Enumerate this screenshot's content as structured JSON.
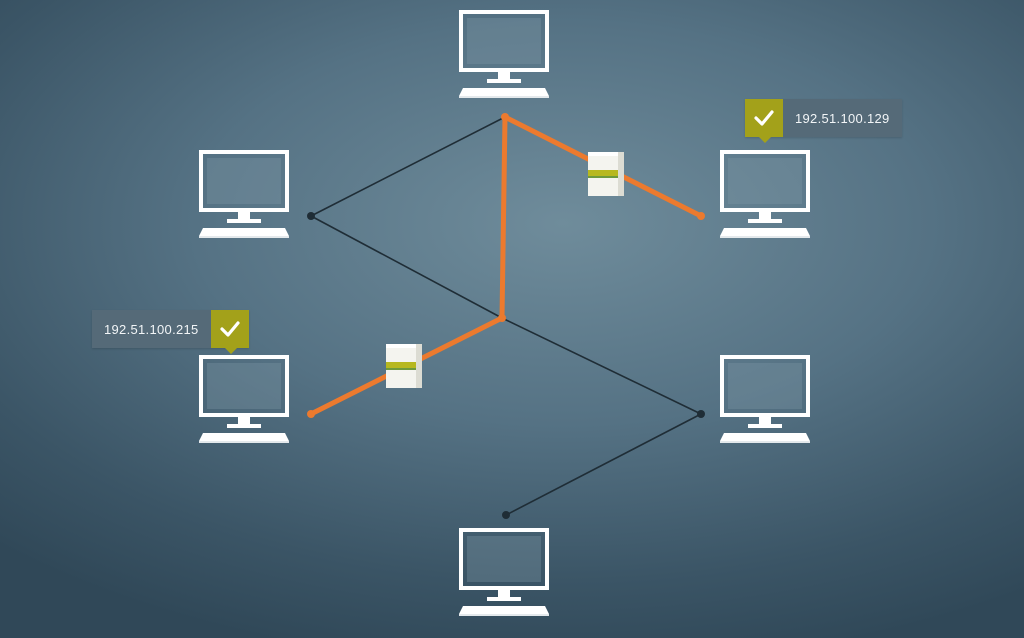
{
  "badges": {
    "right": {
      "ip": "192.51.100.129",
      "status_icon": "checkmark-icon"
    },
    "left": {
      "ip": "192.51.100.215",
      "status_icon": "checkmark-icon"
    }
  },
  "colors": {
    "active_link": "#ec7a2e",
    "idle_link": "#1f2d36",
    "computer": "#ffffff",
    "check_badge": "#a3a11a",
    "label_bg": "#556a78"
  },
  "computers": [
    "top",
    "upper-left",
    "upper-right",
    "lower-left",
    "lower-right",
    "bottom"
  ]
}
